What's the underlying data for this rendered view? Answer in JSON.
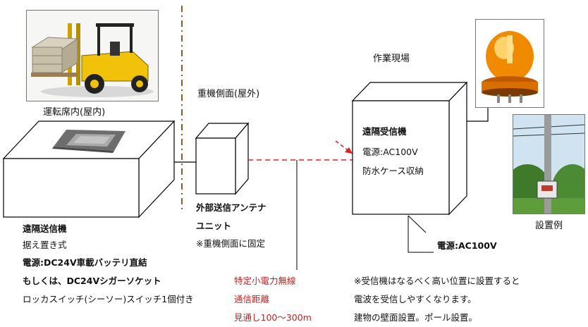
{
  "labels": {
    "cab_title": "運転席内(屋内)",
    "side_title": "重機側面(屋外)",
    "site_title": "作業現場",
    "install_example": "設置例"
  },
  "transmitter": {
    "name": "遠隔送信機",
    "line1": "据え置き式",
    "line2": "電源:DC24V車載バッテリ直結",
    "line3": "もしくは、DC24Vシガーソケット",
    "line4": "ロッカスイッチ(シーソー)スイッチ1個付き"
  },
  "antenna": {
    "line1": "外部送信アンテナ",
    "line2": "ユニット",
    "line3": "※重機側面に固定"
  },
  "radio": {
    "line1": "特定小電力無線",
    "line2": "通信距離",
    "line3": "見通し100〜300m"
  },
  "receiver": {
    "name": "遠隔受信機",
    "power": "電源:AC100V",
    "case": "防水ケース収納",
    "power_label": "電源:AC100V"
  },
  "note": {
    "line1": "※受信機はなるべく高い位置に設置すると",
    "line2": "電波を受信しやすくなります。",
    "line3": "建物の壁面設置。ポール設置。"
  },
  "colors": {
    "link_red": "#e02020",
    "divider": "#8b5a2b"
  }
}
